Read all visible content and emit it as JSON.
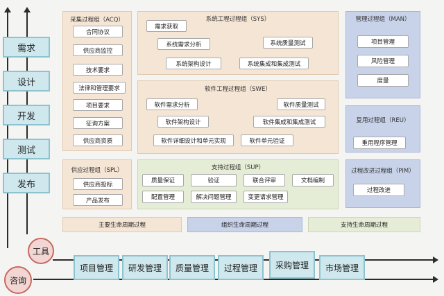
{
  "lifecycle": [
    "需求",
    "设计",
    "开发",
    "测试",
    "发布"
  ],
  "acq": {
    "title": "采集过程组（ACQ）",
    "items": [
      "合同协议",
      "供应商监控",
      "技术要求",
      "法律和管理要求",
      "项目要求",
      "征询方案",
      "供应商资质"
    ]
  },
  "spl": {
    "title": "供应过程组（SPL）",
    "items": [
      "供应商投标",
      "产品发布"
    ]
  },
  "sys": {
    "title": "系统工程过程组（SYS）",
    "items": [
      "需求获取",
      "系统需求分析",
      "系统质量测试",
      "系统架构设计",
      "系统集成和集成测试"
    ]
  },
  "swe": {
    "title": "软件工程过程组（SWE）",
    "items": [
      "软件需求分析",
      "软件质量测试",
      "软件架构设计",
      "软件集成和集成测试",
      "软件详细设计和单元实现",
      "软件单元验证"
    ]
  },
  "sup": {
    "title": "支持过程组（SUP）",
    "items": [
      "质量保证",
      "验证",
      "联合评审",
      "文档编制",
      "配置管理",
      "解决问题管理",
      "变更请求管理"
    ]
  },
  "man": {
    "title": "管理过程组（MAN）",
    "items": [
      "项目管理",
      "风险管理",
      "度量"
    ]
  },
  "reu": {
    "title": "复用过程组（REU）",
    "items": [
      "重用程序管理"
    ]
  },
  "pim": {
    "title": "过程改进过程组（PIM）",
    "items": [
      "过程改进"
    ]
  },
  "bands": [
    "主要生命周期过程",
    "组织生命周期过程",
    "支持生命周期过程"
  ],
  "tool": "工具",
  "consult": "咨询",
  "process": [
    "项目管理",
    "研发管理",
    "质量管理",
    "过程管理",
    "采购管理",
    "市场管理"
  ],
  "colors": {
    "main_panel": "#f5e5d5",
    "org_panel": "#c8d3ea",
    "support_panel": "#e6edd7",
    "stage_box": "#cfe8ee",
    "circle": "#f1d6d3"
  }
}
